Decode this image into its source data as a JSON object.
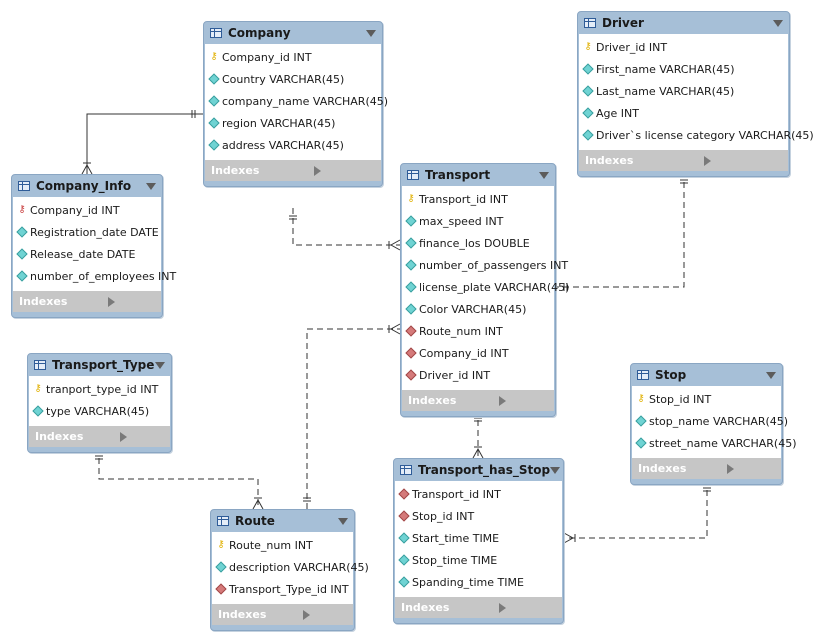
{
  "tables": [
    {
      "id": "company",
      "name": "Company",
      "columns": [
        {
          "icon": "key",
          "text": "Company_id INT"
        },
        {
          "icon": "cyan",
          "text": "Country VARCHAR(45)"
        },
        {
          "icon": "cyan",
          "text": "company_name VARCHAR(45)"
        },
        {
          "icon": "cyan",
          "text": "region VARCHAR(45)"
        },
        {
          "icon": "cyan",
          "text": "address VARCHAR(45)"
        }
      ],
      "indexes": "Indexes"
    },
    {
      "id": "driver",
      "name": "Driver",
      "columns": [
        {
          "icon": "key",
          "text": "Driver_id INT"
        },
        {
          "icon": "cyan",
          "text": "First_name VARCHAR(45)"
        },
        {
          "icon": "cyan",
          "text": "Last_name VARCHAR(45)"
        },
        {
          "icon": "cyan",
          "text": "Age INT"
        },
        {
          "icon": "cyan",
          "text": "Driver`s license category VARCHAR(45)"
        }
      ],
      "indexes": "Indexes"
    },
    {
      "id": "company_info",
      "name": "Company_Info",
      "columns": [
        {
          "icon": "redkey",
          "text": "Company_id INT"
        },
        {
          "icon": "cyan",
          "text": "Registration_date DATE"
        },
        {
          "icon": "cyan",
          "text": "Release_date DATE"
        },
        {
          "icon": "cyan",
          "text": "number_of_employees INT"
        }
      ],
      "indexes": "Indexes"
    },
    {
      "id": "transport",
      "name": "Transport",
      "columns": [
        {
          "icon": "key",
          "text": "Transport_id INT"
        },
        {
          "icon": "cyan",
          "text": "max_speed INT"
        },
        {
          "icon": "cyan",
          "text": "finance_los DOUBLE"
        },
        {
          "icon": "cyan",
          "text": "number_of_passengers INT"
        },
        {
          "icon": "cyan",
          "text": "license_plate VARCHAR(45)"
        },
        {
          "icon": "cyan",
          "text": "Color VARCHAR(45)"
        },
        {
          "icon": "red",
          "text": "Route_num INT"
        },
        {
          "icon": "red",
          "text": "Company_id INT"
        },
        {
          "icon": "red",
          "text": "Driver_id INT"
        }
      ],
      "indexes": "Indexes"
    },
    {
      "id": "transport_type",
      "name": "Transport_Type",
      "columns": [
        {
          "icon": "key",
          "text": "tranport_type_id INT"
        },
        {
          "icon": "cyan",
          "text": "type VARCHAR(45)"
        }
      ],
      "indexes": "Indexes"
    },
    {
      "id": "stop",
      "name": "Stop",
      "columns": [
        {
          "icon": "key",
          "text": "Stop_id INT"
        },
        {
          "icon": "cyan",
          "text": "stop_name VARCHAR(45)"
        },
        {
          "icon": "cyan",
          "text": "street_name VARCHAR(45)"
        }
      ],
      "indexes": "Indexes"
    },
    {
      "id": "transport_has_stop",
      "name": "Transport_has_Stop",
      "columns": [
        {
          "icon": "red",
          "text": "Transport_id INT"
        },
        {
          "icon": "red",
          "text": "Stop_id INT"
        },
        {
          "icon": "cyan",
          "text": "Start_time TIME"
        },
        {
          "icon": "cyan",
          "text": "Stop_time TIME"
        },
        {
          "icon": "cyan",
          "text": "Spanding_time TIME"
        }
      ],
      "indexes": "Indexes"
    },
    {
      "id": "route",
      "name": "Route",
      "columns": [
        {
          "icon": "key",
          "text": "Route_num INT"
        },
        {
          "icon": "cyan",
          "text": "description VARCHAR(45)"
        },
        {
          "icon": "red",
          "text": "Transport_Type_id INT"
        }
      ],
      "indexes": "Indexes"
    }
  ],
  "relationships": [
    {
      "from": "company",
      "to": "company_info",
      "style": "solid"
    },
    {
      "from": "company",
      "to": "transport",
      "style": "dashed"
    },
    {
      "from": "driver",
      "to": "transport",
      "style": "dashed"
    },
    {
      "from": "route",
      "to": "transport",
      "style": "dashed"
    },
    {
      "from": "transport_type",
      "to": "route",
      "style": "dashed"
    },
    {
      "from": "transport",
      "to": "transport_has_stop",
      "style": "dashed"
    },
    {
      "from": "stop",
      "to": "transport_has_stop",
      "style": "dashed"
    }
  ],
  "colors": {
    "header": "#a6bfd7",
    "indexes_bar": "#c6c6c6",
    "fk_marker": "#d57a7a",
    "attr_marker": "#6fd3d3",
    "pk_key": "#e0b000"
  }
}
